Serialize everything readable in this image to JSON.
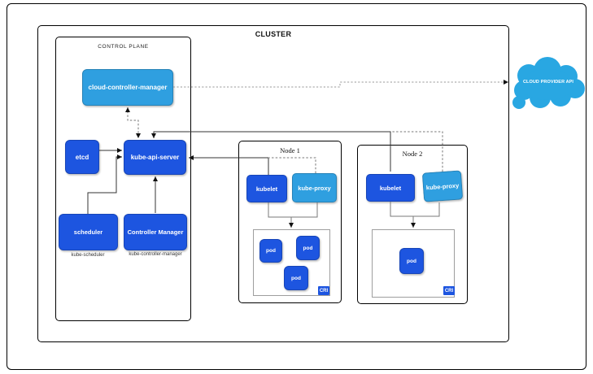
{
  "diagram": {
    "title": "CLUSTER",
    "control_plane": {
      "label": "CONTROL PLANE",
      "components": {
        "ccm": "cloud-controller-manager",
        "etcd": "etcd",
        "api": "kube-api-server",
        "sched": "scheduler",
        "cm": "Controller Manager",
        "sched_sub": "kube-scheduler",
        "cm_sub": "kube-controller-manager"
      }
    },
    "nodes": [
      {
        "title": "Node 1",
        "kubelet": "kubelet",
        "kube_proxy": "kube-proxy",
        "cri": "CRI",
        "pods": [
          "pod",
          "pod",
          "pod"
        ]
      },
      {
        "title": "Node 2",
        "kubelet": "kubelet",
        "kube_proxy": "kube-proxy",
        "cri": "CRI",
        "pods": [
          "pod"
        ]
      }
    ],
    "cloud": {
      "label": "CLOUD PROVIDER API"
    },
    "colors": {
      "dark_blue": "#1d55e0",
      "light_blue": "#2f9fe0",
      "cloud_blue": "#29a7e2",
      "line": "#333333",
      "dash_gray": "#777777",
      "dash_light": "#999999",
      "cri_border": "#9e9e9e"
    }
  }
}
